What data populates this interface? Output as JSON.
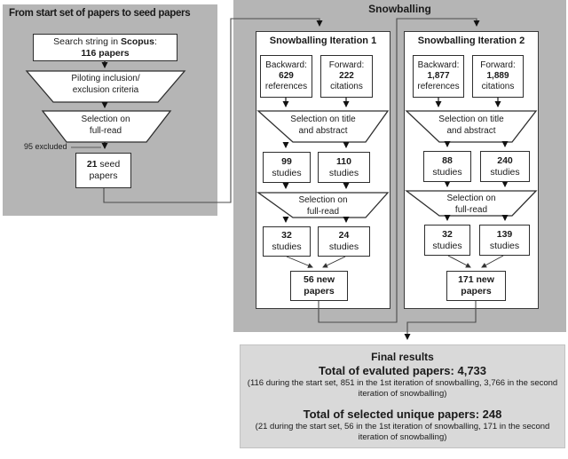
{
  "left_panel": {
    "title": "From start set of papers to seed papers",
    "search_box": {
      "pre": "Search string in ",
      "bold": "Scopus",
      "post": ":",
      "line2": "116 papers"
    },
    "funnel_piloting": {
      "line1": "Piloting inclusion/",
      "line2": "exclusion criteria"
    },
    "funnel_fullread": {
      "line1": "Selection on",
      "line2": "full-read"
    },
    "excluded_label": "95 excluded",
    "seed_box": {
      "count": "21",
      "rest": " seed",
      "line2": "papers"
    }
  },
  "snowballing": {
    "title": "Snowballing",
    "iterations": [
      {
        "title": "Snowballing Iteration 1",
        "backward": {
          "label": "Backward:",
          "count": "629",
          "unit": "references"
        },
        "forward": {
          "label": "Forward:",
          "count": "222",
          "unit": "citations"
        },
        "funnel_title_abstract": {
          "line1": "Selection on title",
          "line2": "and abstract"
        },
        "after_title_abstract": [
          {
            "count": "99",
            "unit": "studies"
          },
          {
            "count": "110",
            "unit": "studies"
          }
        ],
        "funnel_fullread": {
          "line1": "Selection on",
          "line2": "full-read"
        },
        "after_fullread": [
          {
            "count": "32",
            "unit": "studies"
          },
          {
            "count": "24",
            "unit": "studies"
          }
        ],
        "result": {
          "line1": "56 new",
          "line2": "papers"
        }
      },
      {
        "title": "Snowballing Iteration 2",
        "backward": {
          "label": "Backward:",
          "count": "1,877",
          "unit": "references"
        },
        "forward": {
          "label": "Forward:",
          "count": "1,889",
          "unit": "citations"
        },
        "funnel_title_abstract": {
          "line1": "Selection on title",
          "line2": "and abstract"
        },
        "after_title_abstract": [
          {
            "count": "88",
            "unit": "studies"
          },
          {
            "count": "240",
            "unit": "studies"
          }
        ],
        "funnel_fullread": {
          "line1": "Selection on",
          "line2": "full-read"
        },
        "after_fullread": [
          {
            "count": "32",
            "unit": "studies"
          },
          {
            "count": "139",
            "unit": "studies"
          }
        ],
        "result": {
          "line1": "171 new",
          "line2": "papers"
        }
      }
    ]
  },
  "final_results": {
    "title": "Final results",
    "evaluated_heading": "Total of evaluted papers: 4,733",
    "evaluated_detail": "(116 during the start set, 851 in the 1st iteration of snowballing, 3,766 in the second iteration of snowballing)",
    "selected_heading": "Total of selected unique papers: 248",
    "selected_detail": "(21 during the start set, 56 in the 1st iteration of snowballing, 171 in the second iteration of snowballing)"
  },
  "colors": {
    "panel_gray": "#b5b5b5",
    "final_gray": "#d9d9d9",
    "box_border": "#2e2e2e",
    "arrow_black": "#111111"
  }
}
